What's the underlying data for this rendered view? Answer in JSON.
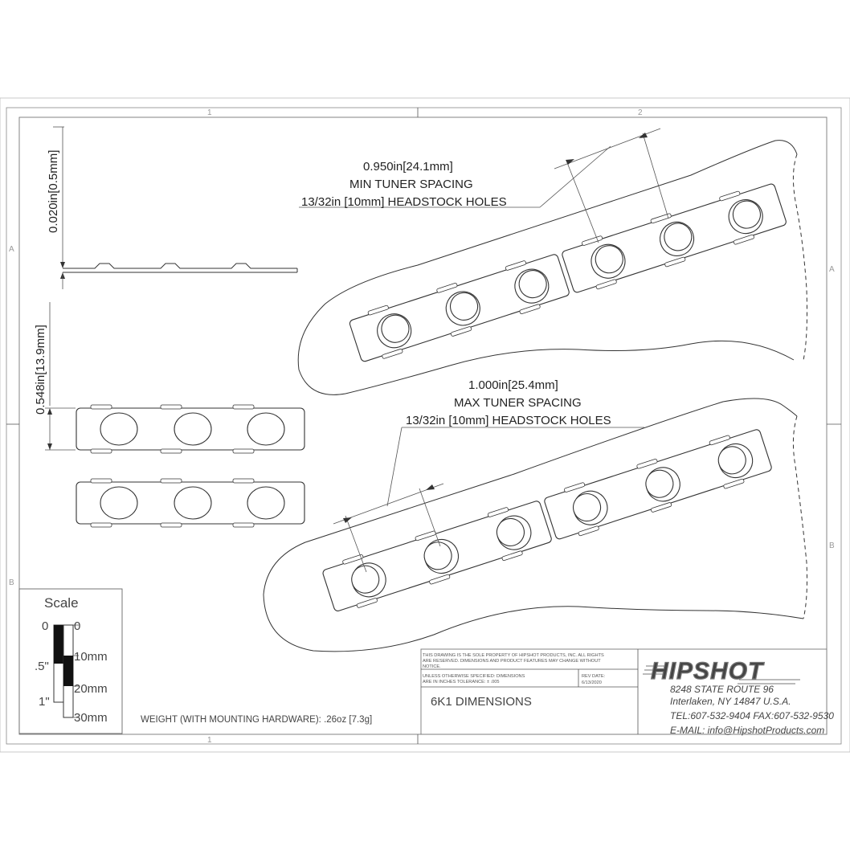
{
  "zones": {
    "top_1": "1",
    "top_2": "2",
    "bottom_1": "1",
    "left_a": "A",
    "left_b": "B",
    "right_a": "A",
    "right_b": "B"
  },
  "side_view": {
    "thickness_dim": "0.020in[0.5mm]"
  },
  "front_view": {
    "height_dim": "0.548in[13.9mm]"
  },
  "headstock_min": {
    "line1": "0.950in[24.1mm]",
    "line2": "MIN TUNER SPACING",
    "line3": "13/32in [10mm] HEADSTOCK HOLES"
  },
  "headstock_max": {
    "line1": "1.000in[25.4mm]",
    "line2": "MAX TUNER SPACING",
    "line3": "13/32in [10mm] HEADSTOCK HOLES"
  },
  "scale": {
    "title": "Scale",
    "inch_0": "0",
    "inch_half": ".5\"",
    "inch_1": "1\"",
    "mm_0": "0",
    "mm_10": "10mm",
    "mm_20": "20mm",
    "mm_30": "30mm",
    "colors": {
      "black": "#111111",
      "white": "#ffffff"
    }
  },
  "weight": "WEIGHT (WITH MOUNTING HARDWARE): .26oz [7.3g]",
  "title_block": {
    "property_notice_1": "THIS DRAWING IS THE SOLE PROPERTY OF HIPSHOT PRODUCTS, INC. ALL RIGHTS",
    "property_notice_2": "ARE RESERVED. DIMENSIONS AND PRODUCT FEATURES MAY CHANGE WITHOUT",
    "property_notice_3": "NOTICE.",
    "unless_1": "UNLESS OTHERWISE SPECIFIED: DIMENSIONS",
    "unless_2": "ARE IN INCHES TOLERANCE:  ± .005",
    "rev_label": "REV DATE:",
    "rev_date": "6/13/2020",
    "drawing_title": "6K1 DIMENSIONS",
    "logo": "HIPSHOT",
    "address_1": "8248 STATE ROUTE 96",
    "address_2": "Interlaken, NY 14847 U.S.A.",
    "phone": "TEL:607-532-9404 FAX:607-532-9530",
    "email": "E-MAIL: info@HipshotProducts.com"
  }
}
